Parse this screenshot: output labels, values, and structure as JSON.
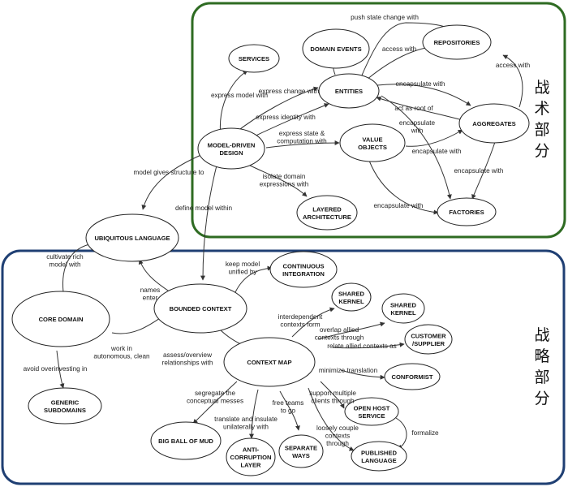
{
  "colors": {
    "tactical_border": "#2e6b22",
    "strategic_border": "#1f3f73",
    "node_stroke": "#222222",
    "node_fill": "#ffffff",
    "edge": "#333333"
  },
  "region_labels": {
    "tactical": [
      "战",
      "术",
      "部",
      "分"
    ],
    "strategic": [
      "战",
      "略",
      "部",
      "分"
    ]
  },
  "nodes": {
    "services": [
      "SERVICES"
    ],
    "domain_events": [
      "DOMAIN EVENTS"
    ],
    "repositories": [
      "REPOSITORIES"
    ],
    "entities": [
      "ENTITIES"
    ],
    "aggregates": [
      "AGGREGATES"
    ],
    "model_driven_design": [
      "MODEL-DRIVEN",
      "DESIGN"
    ],
    "value_objects": [
      "VALUE",
      "OBJECTS"
    ],
    "layered_architecture": [
      "LAYERED",
      "ARCHITECTURE"
    ],
    "factories": [
      "FACTORIES"
    ],
    "ubiquitous_language": [
      "UBIQUITOUS LANGUAGE"
    ],
    "continuous_integration": [
      "CONTINUOUS",
      "INTEGRATION"
    ],
    "bounded_context": [
      "BOUNDED CONTEXT"
    ],
    "core_domain": [
      "CORE DOMAIN"
    ],
    "shared_kernel_1": [
      "SHARED",
      "KERNEL"
    ],
    "shared_kernel_2": [
      "SHARED",
      "KERNEL"
    ],
    "customer_supplier": [
      "CUSTOMER",
      "/SUPPLIER"
    ],
    "context_map": [
      "CONTEXT MAP"
    ],
    "conformist": [
      "CONFORMIST"
    ],
    "generic_subdomains": [
      "GENERIC",
      "SUBDOMAINS"
    ],
    "open_host_service": [
      "OPEN HOST",
      "SERVICE"
    ],
    "big_ball_of_mud": [
      "BIG BALL OF MUD"
    ],
    "anticorruption_layer": [
      "ANTI-",
      "CORRUPTION",
      "LAYER"
    ],
    "separate_ways": [
      "SEPARATE",
      "WAYS"
    ],
    "published_language": [
      "PUBLISHED",
      "LANGUAGE"
    ]
  },
  "edge_labels": {
    "push_state_change_with": [
      "push state change with"
    ],
    "access_with_repos": [
      "access with"
    ],
    "access_with_aggr": [
      "access with"
    ],
    "express_model_with": [
      "express model with"
    ],
    "express_change_with": [
      "express change with"
    ],
    "encapsulate_with_ent_aggr": [
      "encapsulate with"
    ],
    "express_identity_with": [
      "express identity with"
    ],
    "act_as_root_of": [
      "act as root of"
    ],
    "encapsulate_with_ent_fact": [
      "encapsulate",
      "with"
    ],
    "express_state_computation": [
      "express state &",
      "computation with"
    ],
    "encapsulate_with_vo_aggr": [
      "encapsulate with"
    ],
    "encapsulate_with_aggr_fact": [
      "encapsulate with"
    ],
    "model_gives_structure_to": [
      "model gives structure to"
    ],
    "isolate_domain": [
      "isolate domain",
      "expressions with"
    ],
    "encapsulate_with_vo_fact": [
      "encapsulate with"
    ],
    "define_model_within": [
      "define model within"
    ],
    "cultivate_rich_model": [
      "cultivate rich",
      "model with"
    ],
    "keep_model_unified": [
      "keep model",
      "unified by"
    ],
    "names_enter": [
      "names",
      "enter"
    ],
    "interdependent_contexts": [
      "interdependent",
      "contexts form"
    ],
    "overlap_allied": [
      "overlap allied",
      "contexts through"
    ],
    "work_in_autonomous": [
      "work in",
      "autonomous, clean"
    ],
    "assess_overview": [
      "assess/overview",
      "relationships with"
    ],
    "relate_allied": [
      "relate allied contexts as"
    ],
    "avoid_overinvesting": [
      "avoid overinvesting in"
    ],
    "minimize_translation": [
      "minimize translation"
    ],
    "segregate_messes": [
      "segregate the",
      "conceptual messes"
    ],
    "support_multiple_clients": [
      "support multiple",
      "clients through"
    ],
    "free_teams": [
      "free teams",
      "to go"
    ],
    "translate_insulate": [
      "translate and insulate",
      "unilaterally with"
    ],
    "loosely_couple": [
      "loosely couple",
      "contexts",
      "through"
    ],
    "formalize": [
      "formalize"
    ]
  }
}
